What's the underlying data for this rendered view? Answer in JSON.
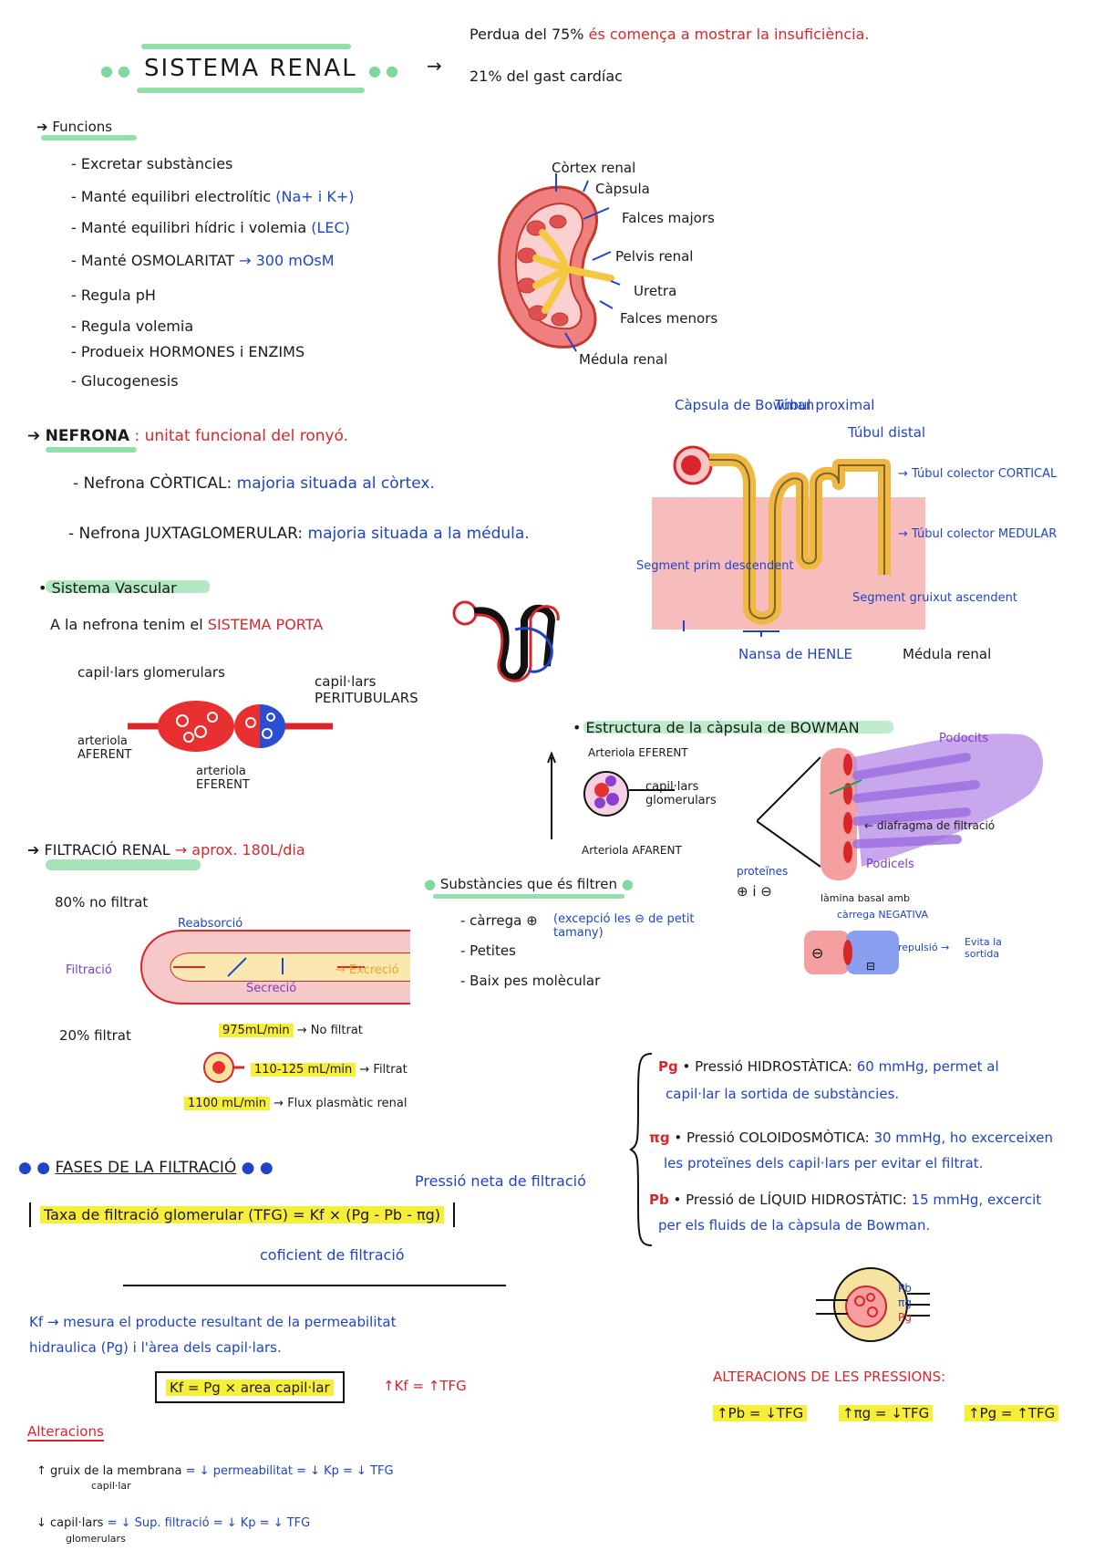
{
  "colors": {
    "red": "#d8262b",
    "blue": "#1f44c7",
    "green": "#7fd99a",
    "yellow": "#f7ee3a",
    "orange": "#f0a020",
    "pink": "#f4a0a0",
    "purple": "#b58ae6"
  },
  "title": "SISTEMA RENAL",
  "intro": {
    "line1_a": "Perdua del 75%",
    "line1_b": "és comença a mostrar la insuficiència.",
    "line2": "21% del gast cardíac"
  },
  "funcions": {
    "heading": "Funcions",
    "items": [
      "- Excretar substàncies",
      "- Manté equilibri electrolític",
      "- Manté equilibri hídric i volemia",
      "- Manté OSMOLARITAT",
      "- Regula pH",
      "- Regula volemia",
      "- Produeix HORMONES i ENZIMS",
      "- Glucogenesis"
    ],
    "item1_note": "(Na+ i K+)",
    "item2_note": "(LEC)",
    "item3_note": "→ 300 mOsM"
  },
  "kidney": {
    "labels": [
      "Còrtex renal",
      "Càpsula",
      "Falces majors",
      "Pelvis renal",
      "Uretra",
      "Falces menors",
      "Médula renal"
    ]
  },
  "nefrona": {
    "heading": "NEFRONA",
    "def": ": unitat funcional del ronyó.",
    "cortical_a": "- Nefrona CÒRTICAL:",
    "cortical_b": "majoria situada al còrtex.",
    "juxta_a": "- Nefrona JUXTAGLOMERULAR:",
    "juxta_b": "majoria situada a la médula."
  },
  "nephron_diagram": {
    "labels": [
      "Càpsula de Bowman",
      "Túbul proximal",
      "Túbul distal",
      "→ Túbul colector CORTICAL",
      "→ Túbul colector MEDULAR",
      "Segment prim descendent",
      "Segment gruixut ascendent",
      "Nansa de HENLE",
      "Médula renal"
    ]
  },
  "vascular": {
    "heading": "Sistema Vascular",
    "line_a": "A la nefrona tenim el",
    "line_b": "SISTEMA PORTA",
    "labels": [
      "capil·lars glomerulars",
      "capil·lars PERITUBULARS",
      "arteriola AFERENT",
      "arteriola EFERENT"
    ]
  },
  "bowman": {
    "heading": "Estructura de la càpsula de BOWMAN",
    "labels": [
      "Arteriola EFERENT",
      "capil·lars glomerulars",
      "Arteriola AFARENT",
      "Podocits",
      "diafragma de filtració",
      "Podicels",
      "proteïnes",
      "⊕ i ⊖",
      "làmina basal amb",
      "càrrega NEGATIVA",
      "repulsió →",
      "Evita la sortida"
    ]
  },
  "filtracio": {
    "heading": "FILTRACIÓ RENAL",
    "note": "→ aprox. 180L/dia",
    "labels": [
      "80% no filtrat",
      "Reabsorció",
      "Filtració",
      "Excreció",
      "Secreció",
      "20% filtrat"
    ],
    "rates": [
      {
        "v": "975mL/min",
        "t": "→ No filtrat"
      },
      {
        "v": "110-125 mL/min",
        "t": "→ Filtrat"
      },
      {
        "v": "1100 mL/min",
        "t": "→ Flux plasmàtic renal"
      }
    ]
  },
  "substancies": {
    "heading": "Substàncies que és filtren",
    "items": [
      "- càrrega ⊕",
      "- Petites",
      "- Baix pes molècular"
    ],
    "note": "(excepció les ⊖ de petit tamany)"
  },
  "fases": {
    "heading": "FASES DE LA FILTRACIÓ",
    "pressio_neta": "Pressió neta de filtració",
    "formula": "Taxa de filtració glomerular (TFG) = Kf × (Pg - Pb - πg)",
    "coef": "coficient de filtració",
    "kf_a": "Kf → mesura el producte resultant de la permeabilitat",
    "kf_b": "hidraulica (Pg) i l'àrea dels capil·lars.",
    "kf_formula": "Kf = Pg × area capil·lar",
    "kf_note": "↑Kf = ↑TFG"
  },
  "pressures": [
    {
      "sym": "Pg",
      "name": "• Pressió HIDROSTÀTICA:",
      "val": "60 mmHg",
      "rest": ", permet al",
      "line2": "capil·lar la sortida de substàncies."
    },
    {
      "sym": "πg",
      "name": "• Pressió COLOIDOSMÒTICA:",
      "val": "30 mmHg",
      "rest": ", ho excerceixen",
      "line2": "les proteïnes dels capil·lars per evitar el filtrat."
    },
    {
      "sym": "Pb",
      "name": "• Pressió de LÍQUID HIDROSTÀTIC:",
      "val": "15 mmHg",
      "rest": ", excercit",
      "line2": "per els fluids de la càpsula de Bowman."
    }
  ],
  "glomerulus_labels": [
    "Pb",
    "πg",
    "Pg"
  ],
  "alteracions": {
    "heading": "Alteracions",
    "row1_a": "↑ gruix de la membrana",
    "row1_b": "capil·lar",
    "row1_c": "= ↓ permeabilitat = ↓ Kp = ↓ TFG",
    "row2_a": "↓ capil·lars",
    "row2_b": "glomerulars",
    "row2_c": "= ↓ Sup. filtració = ↓ Kp = ↓ TFG"
  },
  "alt_pressions": {
    "heading": "ALTERACIONS DE LES PRESSIONS:",
    "items": [
      "↑Pb = ↓TFG",
      "↑πg = ↓TFG",
      "↑Pg = ↑TFG"
    ]
  }
}
